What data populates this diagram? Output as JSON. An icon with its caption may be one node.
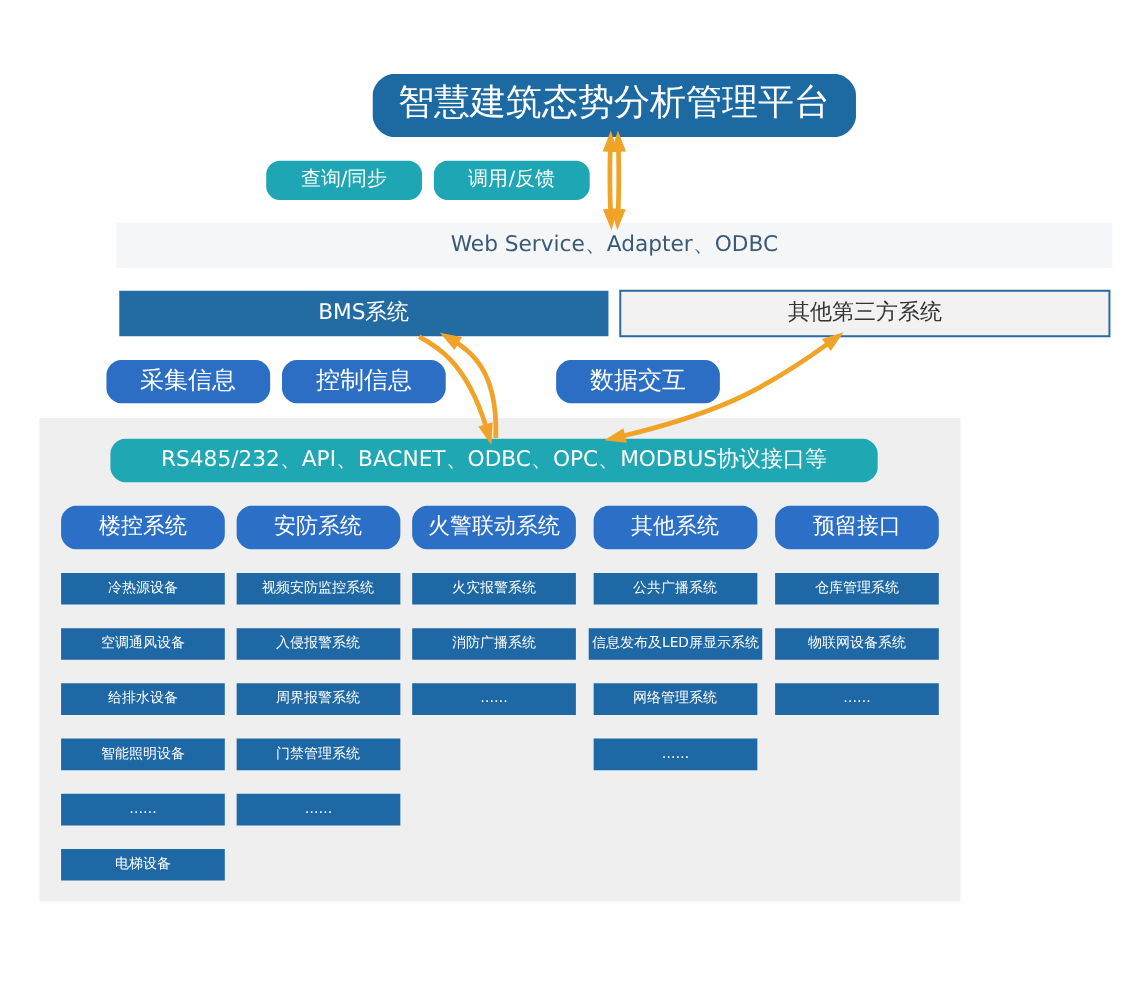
{
  "diagram": {
    "nodes": [
      {
        "text": [
          "智慧建筑态势分析管理平台"
        ]
      },
      {
        "text": [
          "查询/同步"
        ]
      },
      {
        "text": [
          "调用/反馈"
        ]
      },
      {
        "text": [
          "Web Service、Adapter、ODBC"
        ]
      },
      {
        "text": [
          "BMS系统"
        ]
      },
      {
        "text": [
          "其他第三方系统"
        ]
      },
      {
        "text": [
          "采集信息"
        ]
      },
      {
        "text": [
          "控制信息"
        ]
      },
      {
        "text": [
          "数据交互"
        ]
      },
      {
        "text": [],
        "shape": "box"
      },
      {
        "text": [
          "RS485/232、API、BACNET、ODBC、OPC、MODBUS协议接口等"
        ],
        "in": 9
      },
      {
        "text": [
          "楼控系统"
        ],
        "in": 9
      },
      {
        "text": [
          "冷热源设备"
        ],
        "in": 9
      },
      {
        "text": [
          "空调通风设备"
        ],
        "in": 9
      },
      {
        "text": [
          "给排水设备"
        ],
        "in": 9
      },
      {
        "text": [
          "智能照明设备"
        ],
        "in": 9
      },
      {
        "text": [
          "……"
        ],
        "in": 9
      },
      {
        "text": [
          "电梯设备"
        ],
        "in": 9
      },
      {
        "text": [
          "安防系统"
        ],
        "in": 9
      },
      {
        "text": [
          "视频安防监控系统"
        ],
        "in": 9
      },
      {
        "text": [
          "入侵报警系统"
        ],
        "in": 9
      },
      {
        "text": [
          "周界报警系统"
        ],
        "in": 9
      },
      {
        "text": [
          "门禁管理系统"
        ],
        "in": 9
      },
      {
        "text": [
          "……"
        ],
        "in": 9
      },
      {
        "text": [
          "火警联动系统"
        ],
        "in": 9
      },
      {
        "text": [
          "火灾报警系统"
        ],
        "in": 9
      },
      {
        "text": [
          "消防广播系统"
        ],
        "in": 9
      },
      {
        "text": [
          "……"
        ],
        "in": 9
      },
      {
        "text": [
          "其他系统"
        ],
        "in": 9
      },
      {
        "text": [
          "公共广播系统"
        ],
        "in": 9
      },
      {
        "text": [
          "信息发布及LED屏显示系统"
        ],
        "in": 9
      },
      {
        "text": [
          "网络管理系统"
        ],
        "in": 9
      },
      {
        "text": [
          "……"
        ],
        "in": 9
      },
      {
        "text": [
          "预留接口"
        ],
        "in": 9
      },
      {
        "text": [
          "仓库管理系统"
        ],
        "in": 9
      },
      {
        "text": [
          "物联网设备系统"
        ],
        "in": 9
      },
      {
        "text": [
          "……"
        ],
        "in": 9
      }
    ],
    "edges": [
      {
        "from": 3,
        "to": 0,
        "arrow": "both"
      },
      {
        "from": 3,
        "to": 0,
        "arrow": "both"
      },
      {
        "from": 10,
        "to": 4,
        "arrow": "to"
      },
      {
        "from": 4,
        "to": 10,
        "arrow": "to"
      },
      {
        "from": 10,
        "to": 5,
        "arrow": "both"
      }
    ]
  }
}
